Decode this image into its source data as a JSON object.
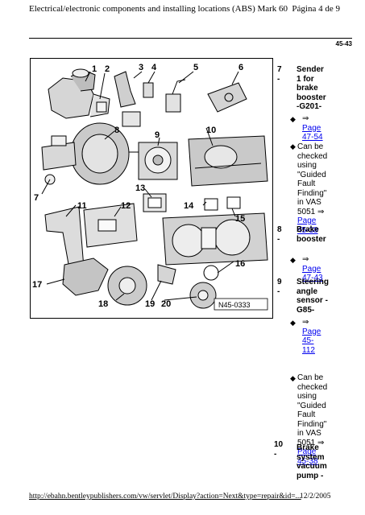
{
  "header": {
    "title": "Electrical/electronic components and installing locations (ABS) Mark 60",
    "page": "Página 4 de 9"
  },
  "page_code": "45-43",
  "figure": {
    "callouts": [
      "1",
      "2",
      "3",
      "4",
      "5",
      "6",
      "7",
      "8",
      "9",
      "10",
      "11",
      "12",
      "13",
      "14",
      "15",
      "16",
      "17",
      "18",
      "19",
      "20"
    ],
    "ref_code": "N45-0333"
  },
  "items": [
    {
      "num": "7 -",
      "title": [
        "Sender",
        "1 for",
        "brake",
        "booster",
        "-G201-"
      ],
      "bullets": [
        {
          "text": [],
          "arrow": "⇒",
          "link": [
            "Page",
            "47-54"
          ]
        },
        {
          "text": [
            "Can be",
            "checked",
            "using",
            "\"Guided",
            "Fault",
            "Finding\"",
            "in VAS",
            "5051"
          ],
          "arrow": "⇒",
          "link": [
            "Page",
            "45-38"
          ]
        }
      ]
    },
    {
      "num": "8 -",
      "title": [
        "Brake",
        "booster"
      ],
      "bullets": [
        {
          "text": [],
          "arrow": "⇒",
          "link": [
            "Page",
            "47-43"
          ]
        }
      ]
    },
    {
      "num": "9 -",
      "title": [
        "Steering",
        "angle",
        "sensor -",
        "G85-"
      ],
      "bullets": [
        {
          "text": [],
          "arrow": "⇒",
          "link": [
            "Page",
            "45-",
            "112"
          ]
        },
        {
          "text": [
            "Can be",
            "checked",
            "using",
            "\"Guided",
            "Fault",
            "Finding\"",
            "in VAS",
            "5051"
          ],
          "arrow": "⇒",
          "link": [
            "Page",
            "45-38"
          ]
        }
      ]
    },
    {
      "num": "10 -",
      "title": [
        "Brake",
        "system",
        "vacuum",
        "pump -"
      ],
      "bullets": []
    }
  ],
  "bullet_glyph": "◆",
  "footer": {
    "url": "http://ebahn.bentleypublishers.com/vw/servlet/Display?action=Next&type=repair&id=...",
    "date": "12/2/2005"
  }
}
